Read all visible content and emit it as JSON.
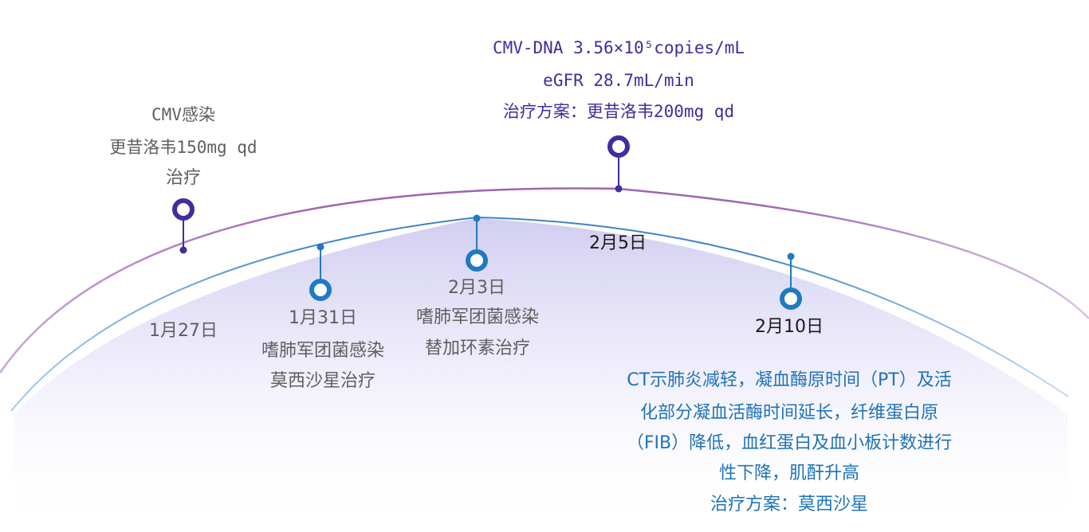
{
  "colors": {
    "outer_arc": "#9a5fae",
    "inner_arc": "#2c7bc4",
    "purple_marker": "#3d2fa0",
    "blue_marker": "#1f7ac4",
    "fill_top": "#d3d0f1"
  },
  "events": [
    {
      "id": "jan27",
      "date": "1月27日",
      "description": [
        "CMV感染",
        "更昔洛韦150mg qd",
        "治疗"
      ]
    },
    {
      "id": "jan31",
      "date": "1月31日",
      "description": [
        "嗜肺军团菌感染",
        "莫西沙星治疗"
      ]
    },
    {
      "id": "feb3",
      "date": "2月3日",
      "description": [
        "嗜肺军团菌感染",
        "替加环素治疗"
      ]
    },
    {
      "id": "feb5",
      "date": "2月5日",
      "description": [
        "CMV-DNA 3.56×10⁵copies/mL",
        "eGFR 28.7mL/min",
        "治疗方案：更昔洛韦200mg qd"
      ]
    },
    {
      "id": "feb10",
      "date": "2月10日",
      "description": [
        "CT示肺炎减轻，凝血酶原时间（PT）及活",
        "化部分凝血活酶时间延长，纤维蛋白原",
        "（FIB）降低，血红蛋白及血小板计数进行",
        "性下降，肌酐升高",
        "治疗方案：莫西沙星"
      ]
    }
  ]
}
